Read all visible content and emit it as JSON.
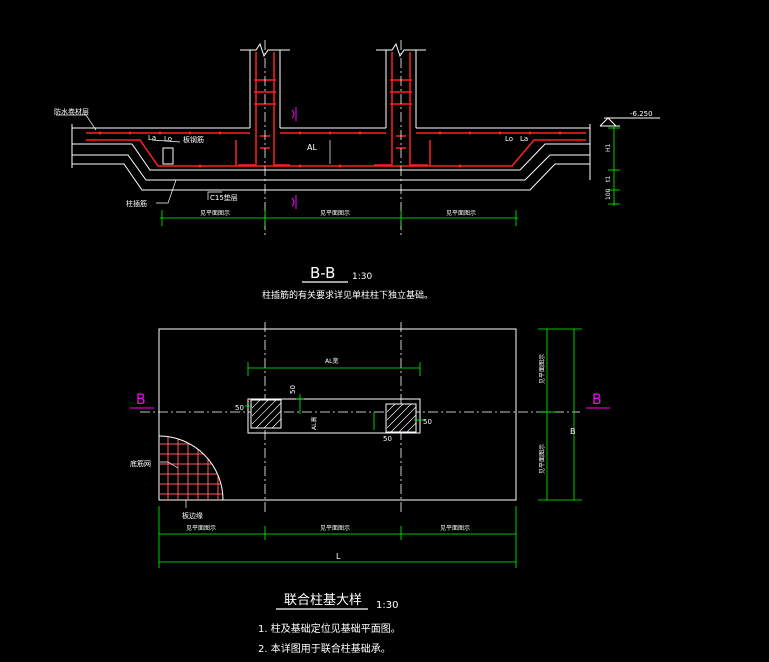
{
  "section": {
    "title": "B-B",
    "scale": "1:30",
    "note": "柱插筋的有关要求详见单柱柱下独立基础。",
    "labels": {
      "waterproof": "防水卷材层",
      "mat_rebar": "板钢筋",
      "cushion": "C15垫层",
      "wall_rebar": "柱插筋",
      "level": "-6.250",
      "beam": "AL",
      "la": "La",
      "lo": "Lo",
      "h1": "H1",
      "t": "t1",
      "cushion_thk": "100",
      "dim_left": "见平面图示",
      "dim_mid": "见平面图示",
      "dim_right": "见平面图示"
    }
  },
  "plan": {
    "title": "联合柱基大样",
    "scale": "1:30",
    "notes": [
      "1. 柱及基础定位见基础平面图。",
      "2. 本详图用于联合柱基础承。"
    ],
    "labels": {
      "beam_width": "AL宽",
      "beam_height": "AL高",
      "d50_left": "50",
      "d50_top": "50",
      "d50_bottom": "50",
      "d50_right": "50",
      "rebar_mesh": "底筋网",
      "edge_note": "板边缘",
      "dim_b": "B",
      "dim_b_top": "见平面图示",
      "dim_b_bottom": "见平面图示",
      "dim_l1": "见平面图示",
      "dim_l2": "见平面图示",
      "dim_l3": "见平面图示",
      "dim_total": "L"
    },
    "section_marker": "B"
  },
  "colors": {
    "line": "#ffffff",
    "rebar": "#ff2020",
    "dim": "#00ff00",
    "marker": "#ff00ff",
    "cross": "#ff5a5a"
  }
}
